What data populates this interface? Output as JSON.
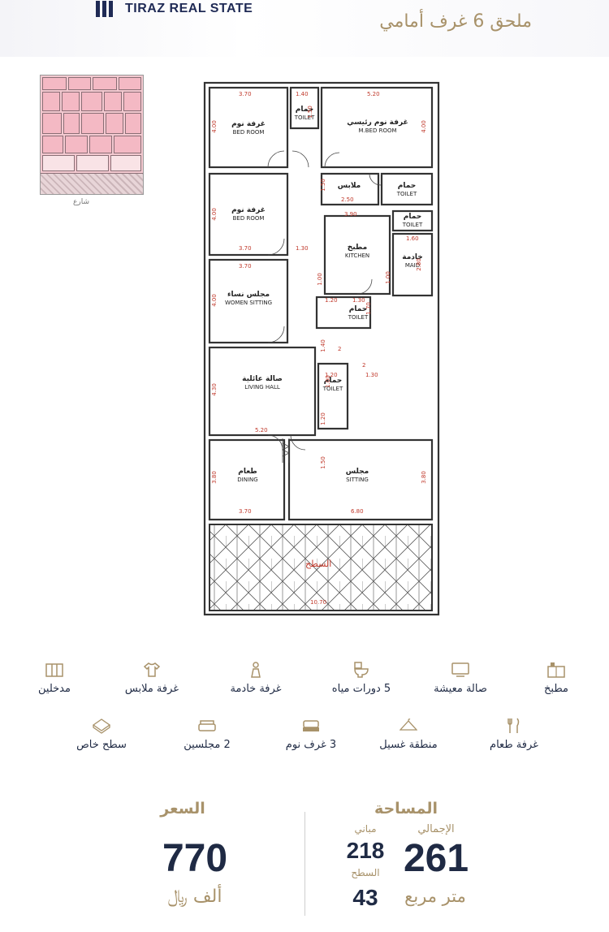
{
  "header": {
    "brand": "TIRAZ REAL STATE",
    "listing_title": "ملحق 6 غرف أمامي"
  },
  "thumbnail": {
    "street_label": "شارع"
  },
  "plan": {
    "rooms": [
      {
        "id": "bed1",
        "ar": "غرفة نوم",
        "en": "BED ROOM"
      },
      {
        "id": "toilet1",
        "ar": "حمام",
        "en": "TOILET"
      },
      {
        "id": "mbed",
        "ar": "غرفة نوم رئيسي",
        "en": "M.BED ROOM"
      },
      {
        "id": "closet",
        "ar": "ملابس",
        "en": ""
      },
      {
        "id": "toilet2",
        "ar": "حمام",
        "en": "TOILET"
      },
      {
        "id": "bed2",
        "ar": "غرفة نوم",
        "en": "BED ROOM"
      },
      {
        "id": "kitchen",
        "ar": "مطبخ",
        "en": "KITCHEN"
      },
      {
        "id": "toilet3",
        "ar": "حمام",
        "en": "TOILET"
      },
      {
        "id": "maid",
        "ar": "خادمة",
        "en": "MAID"
      },
      {
        "id": "women",
        "ar": "مجلس نساء",
        "en": "WOMEN SITTING"
      },
      {
        "id": "toilet4",
        "ar": "حمام",
        "en": "TOILET"
      },
      {
        "id": "living",
        "ar": "صالة عائلية",
        "en": "LIVING HALL"
      },
      {
        "id": "toilet5",
        "ar": "حمام",
        "en": "TOILET"
      },
      {
        "id": "dining",
        "ar": "طعام",
        "en": "DINING"
      },
      {
        "id": "sitting",
        "ar": "مجلس",
        "en": "SITTING"
      }
    ],
    "roof_label": "السطح",
    "dimensions": {
      "d1": "3.70",
      "d2": "1.40",
      "d3": "5.20",
      "d4": "4.00",
      "d5": "4.00",
      "d6": "1.50",
      "d7": "2.50",
      "d8": "3.90",
      "d9": "1.60",
      "d10": "4.00",
      "d11": "3.70",
      "d12": "1.30",
      "d13": "2.80",
      "d14": "3.70",
      "d15": "1.00",
      "d16": "1.20",
      "d17": "1.30",
      "d18": "4.00",
      "d19": "1.70",
      "d20": "1.40",
      "d21": "2",
      "d22": "1.20",
      "d23": "1.30",
      "d24": "4.30",
      "d25": "5.20",
      "d26": "1.20",
      "d27": "3.80",
      "d28": "3.80",
      "d29": "3.70",
      "d30": "6.80",
      "d31": "10.70",
      "d32": "1.50",
      "d33": "2",
      "d34": "1.00",
      "d35": "1.00",
      "d36": "1.50"
    }
  },
  "features": [
    {
      "label": "مطبخ",
      "icon": "kitchen-icon"
    },
    {
      "label": "صالة معيشة",
      "icon": "tv-icon"
    },
    {
      "label": "5 دورات مياه",
      "icon": "toilet-icon"
    },
    {
      "label": "غرفة خادمة",
      "icon": "maid-icon"
    },
    {
      "label": "غرفة ملابس",
      "icon": "shirt-icon"
    },
    {
      "label": "مدخلين",
      "icon": "door-icon"
    },
    {
      "label": "غرفة طعام",
      "icon": "dining-icon"
    },
    {
      "label": "منطقة غسيل",
      "icon": "hanger-icon"
    },
    {
      "label": "3 غرف نوم",
      "icon": "bed-icon"
    },
    {
      "label": "2 مجلسين",
      "icon": "sofa-icon"
    },
    {
      "label": "سطح خاص",
      "icon": "roof-icon"
    }
  ],
  "price": {
    "title": "السعر",
    "value": "770",
    "unit": "ألف ﷼"
  },
  "area": {
    "title": "المساحة",
    "total_label": "الإجمالي",
    "total_value": "261",
    "unit": "متر مربع",
    "building_label": "مباني",
    "building_value": "218",
    "roof_label": "السطح",
    "roof_value": "43"
  },
  "colors": {
    "accent": "#a8926a",
    "navy": "#1f2a44",
    "dimension": "#c0392b"
  }
}
